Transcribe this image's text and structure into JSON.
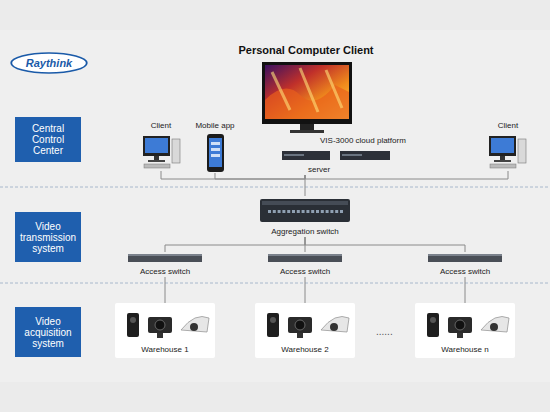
{
  "diagram": {
    "title": "Personal Computer Client",
    "nodes": [
      {
        "text": [
          "Raythink"
        ]
      },
      {
        "text": [
          "Central Control Center"
        ]
      },
      {
        "text": [
          "Client"
        ]
      },
      {
        "text": [
          "Mobile app"
        ]
      },
      {
        "text": [
          "VIS-3000 cloud platform",
          "server"
        ]
      },
      {
        "text": [
          "Client"
        ]
      },
      {
        "text": [
          "Video transmission system"
        ]
      },
      {
        "text": [
          "Aggregation switch"
        ]
      },
      {
        "text": [
          "Access switch"
        ]
      },
      {
        "text": [
          "Access switch"
        ]
      },
      {
        "text": [
          "Access switch"
        ]
      },
      {
        "text": [
          "Video acquisition system"
        ]
      },
      {
        "text": [
          "Warehouse 1"
        ]
      },
      {
        "text": [
          "Warehouse 2"
        ]
      },
      {
        "text": [
          "Warehouse n"
        ]
      }
    ],
    "edges": [
      {
        "from": 4,
        "to": 2,
        "arrow": "none"
      },
      {
        "from": 4,
        "to": 3,
        "arrow": "none"
      },
      {
        "from": 4,
        "to": 5,
        "arrow": "none"
      },
      {
        "from": 4,
        "to": 7,
        "arrow": "none"
      },
      {
        "from": 7,
        "to": 8,
        "arrow": "none"
      },
      {
        "from": 7,
        "to": 9,
        "arrow": "none"
      },
      {
        "from": 7,
        "to": 10,
        "arrow": "none"
      },
      {
        "from": 8,
        "to": 12,
        "arrow": "none"
      },
      {
        "from": 9,
        "to": 13,
        "arrow": "none"
      },
      {
        "from": 10,
        "to": 14,
        "arrow": "none"
      }
    ],
    "labels": [
      "......"
    ]
  }
}
